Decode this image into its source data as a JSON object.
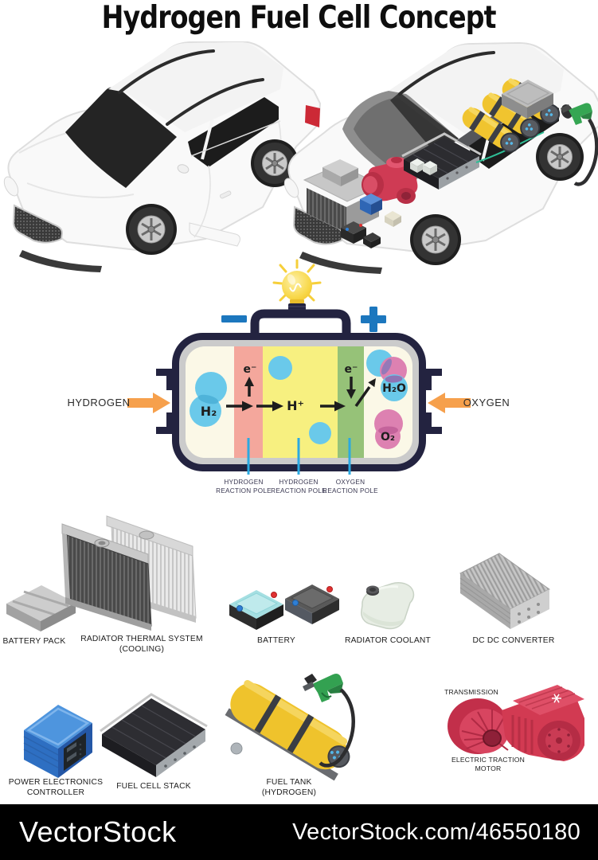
{
  "title": "Hydrogen Fuel Cell Concept",
  "diagram": {
    "inlet_label": "HYDROGEN",
    "outlet_label": "OXYGEN",
    "terminals": {
      "negative": "−",
      "positive": "+"
    },
    "molecules": {
      "h2": "H₂",
      "h_plus": "H⁺",
      "e_minus": "e⁻",
      "h2o": "H₂O",
      "o2": "O₂"
    },
    "pole_labels": [
      "HYDROGEN\nREACTION POLE",
      "HYDROGEN\nREACTION POLE",
      "OXYGEN\nREACTION POLE"
    ],
    "icons": {
      "light-bulb-icon": "idea bulb with rays",
      "minus-terminal-icon": "−",
      "plus-terminal-icon": "+",
      "hydrogen-inlet-arrow-icon": "→",
      "oxygen-inlet-arrow-icon": "←"
    },
    "colors": {
      "outline_navy": "#232340",
      "terminal_blue": "#1c77be",
      "inlet_arrow_orange": "#f6a04c",
      "hydrogen_pole_pink": "#f4a79c",
      "electrolyte_yellow": "#f7f080",
      "oxygen_pole_green": "#96c278",
      "cell_interior_cream": "#fbf8e7",
      "molecule_blue": "#6ac9ea",
      "molecule_pink": "#dd81b1",
      "pointer_blue": "#2ba9e1"
    }
  },
  "components": {
    "row1": [
      {
        "label": "BATTERY PACK"
      },
      {
        "label": "RADIATOR THERMAL SYSTEM\n(COOLING)"
      },
      {
        "label": "BATTERY"
      },
      {
        "label": "RADIATOR COOLANT"
      },
      {
        "label": "DC DC CONVERTER"
      }
    ],
    "row2": [
      {
        "label": "POWER ELECTRONICS\nCONTROLLER"
      },
      {
        "label": "FUEL CELL STACK"
      },
      {
        "label": "FUEL TANK\n(HYDROGEN)"
      },
      {
        "label": "TRANSMISSION"
      },
      {
        "label": "ELECTRIC TRACTION\nMOTOR"
      }
    ],
    "colors": {
      "tank_yellow": "#efc32c",
      "motor_red": "#d23a52",
      "controller_blue": "#2e6fc2",
      "battery_teal": "#a5dfe2",
      "nozzle_green": "#33a151"
    }
  },
  "watermark": {
    "brand": "VectorStock",
    "listing": "VectorStock.com/46550180"
  }
}
